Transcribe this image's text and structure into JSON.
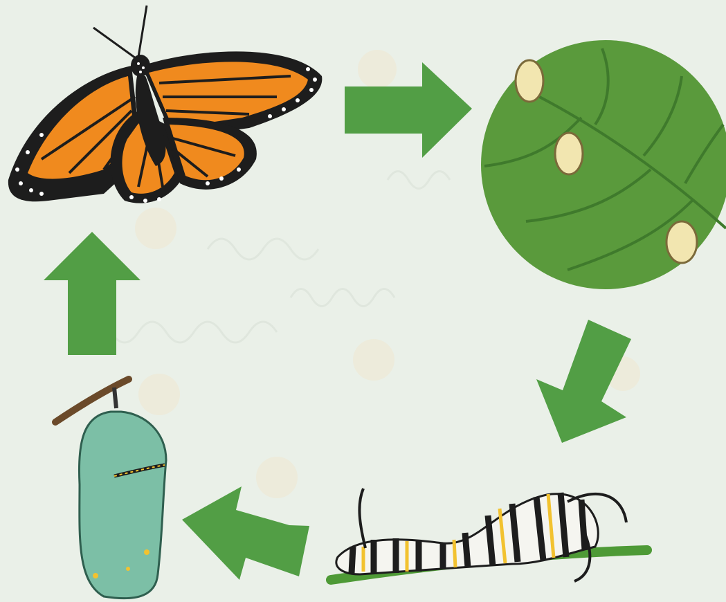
{
  "diagram": {
    "stages": [
      {
        "id": "adult-butterfly",
        "icon": "monarch-butterfly-icon"
      },
      {
        "id": "eggs",
        "icon": "eggs-on-leaf-icon"
      },
      {
        "id": "caterpillar",
        "icon": "caterpillar-icon"
      },
      {
        "id": "chrysalis",
        "icon": "chrysalis-icon"
      }
    ],
    "cycle_order": [
      "adult-butterfly",
      "eggs",
      "caterpillar",
      "chrysalis",
      "adult-butterfly"
    ]
  },
  "colors": {
    "background": "#eaf0e8",
    "arrow": "#529e45",
    "leaf": "#5a9a3c",
    "leaf_vein": "#3f7a2c",
    "egg": "#f2e6b0",
    "wing_orange": "#f08a1e",
    "wing_black": "#1d1d1d",
    "chrysalis": "#7cbfa6",
    "caterpillar_yellow": "#f2c230"
  }
}
